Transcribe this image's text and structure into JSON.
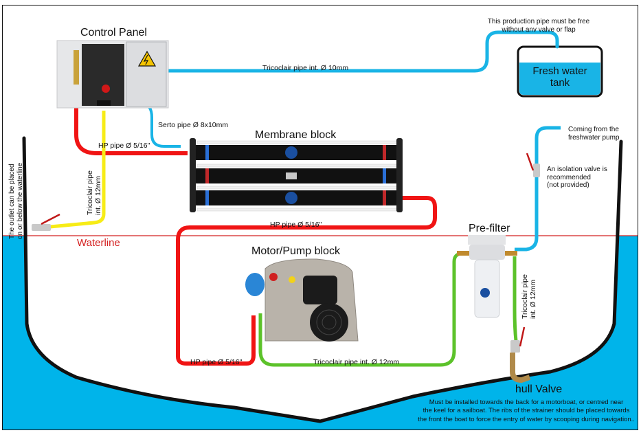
{
  "title": "Watermaker installation diagram",
  "colors": {
    "sea": "#00b4ea",
    "hull": "#111111",
    "waterline": "#d42020",
    "hp_pipe": "#f01414",
    "fresh_pipe": "#19b4e6",
    "green_pipe": "#5cc22a",
    "yellow_pipe": "#f7ec16"
  },
  "components": {
    "control_panel": "Control Panel",
    "membrane_block": "Membrane block",
    "motor_pump_block": "Motor/Pump block",
    "pre_filter": "Pre-filter",
    "fresh_water_tank": "Fresh water\ntank",
    "hull_valve": "hull Valve",
    "waterline": "Waterline"
  },
  "pipe_labels": {
    "production_pipe": "Tricoclair pipe int. Ø 10mm",
    "serto_pipe": "Serto pipe Ø 8x10mm",
    "hp_pipe_top": "HP pipe Ø 5/16''",
    "hp_pipe_middle": "HP pipe Ø 5/16''",
    "hp_pipe_bottom": "HP pipe Ø 5/16''",
    "tricoclair_bottom": "Tricoclair pipe int. Ø 12mm",
    "tricoclair_outlet_line1": "Tricoclair pipe",
    "tricoclair_outlet_line2": "int. Ø 12mm",
    "tricoclair_intake_line1": "Tricoclair pipe",
    "tricoclair_intake_line2": "int. Ø 12mm"
  },
  "notes": {
    "production_line1": "This production pipe must be free",
    "production_line2": "without anv valve or flap",
    "freshwater_pump_line1": "Coming from the",
    "freshwater_pump_line2": "freshwater pump",
    "isolation_line1": "An isolation valve is",
    "isolation_line2": "recommended",
    "isolation_line3": "(not provided)",
    "outlet_line1": "The outlet can be placed",
    "outlet_line2": "on or below the waterline",
    "hull_valve_line1": "Must be installed towards the back for a motorboat, or centred near",
    "hull_valve_line2": "the keel for a sailboat. The ribs of the strainer should be placed towards",
    "hull_valve_line3": "the front the boat to force the entry of water by scooping during navigation.."
  },
  "icons": {
    "warning": "high-voltage-warning-icon"
  }
}
